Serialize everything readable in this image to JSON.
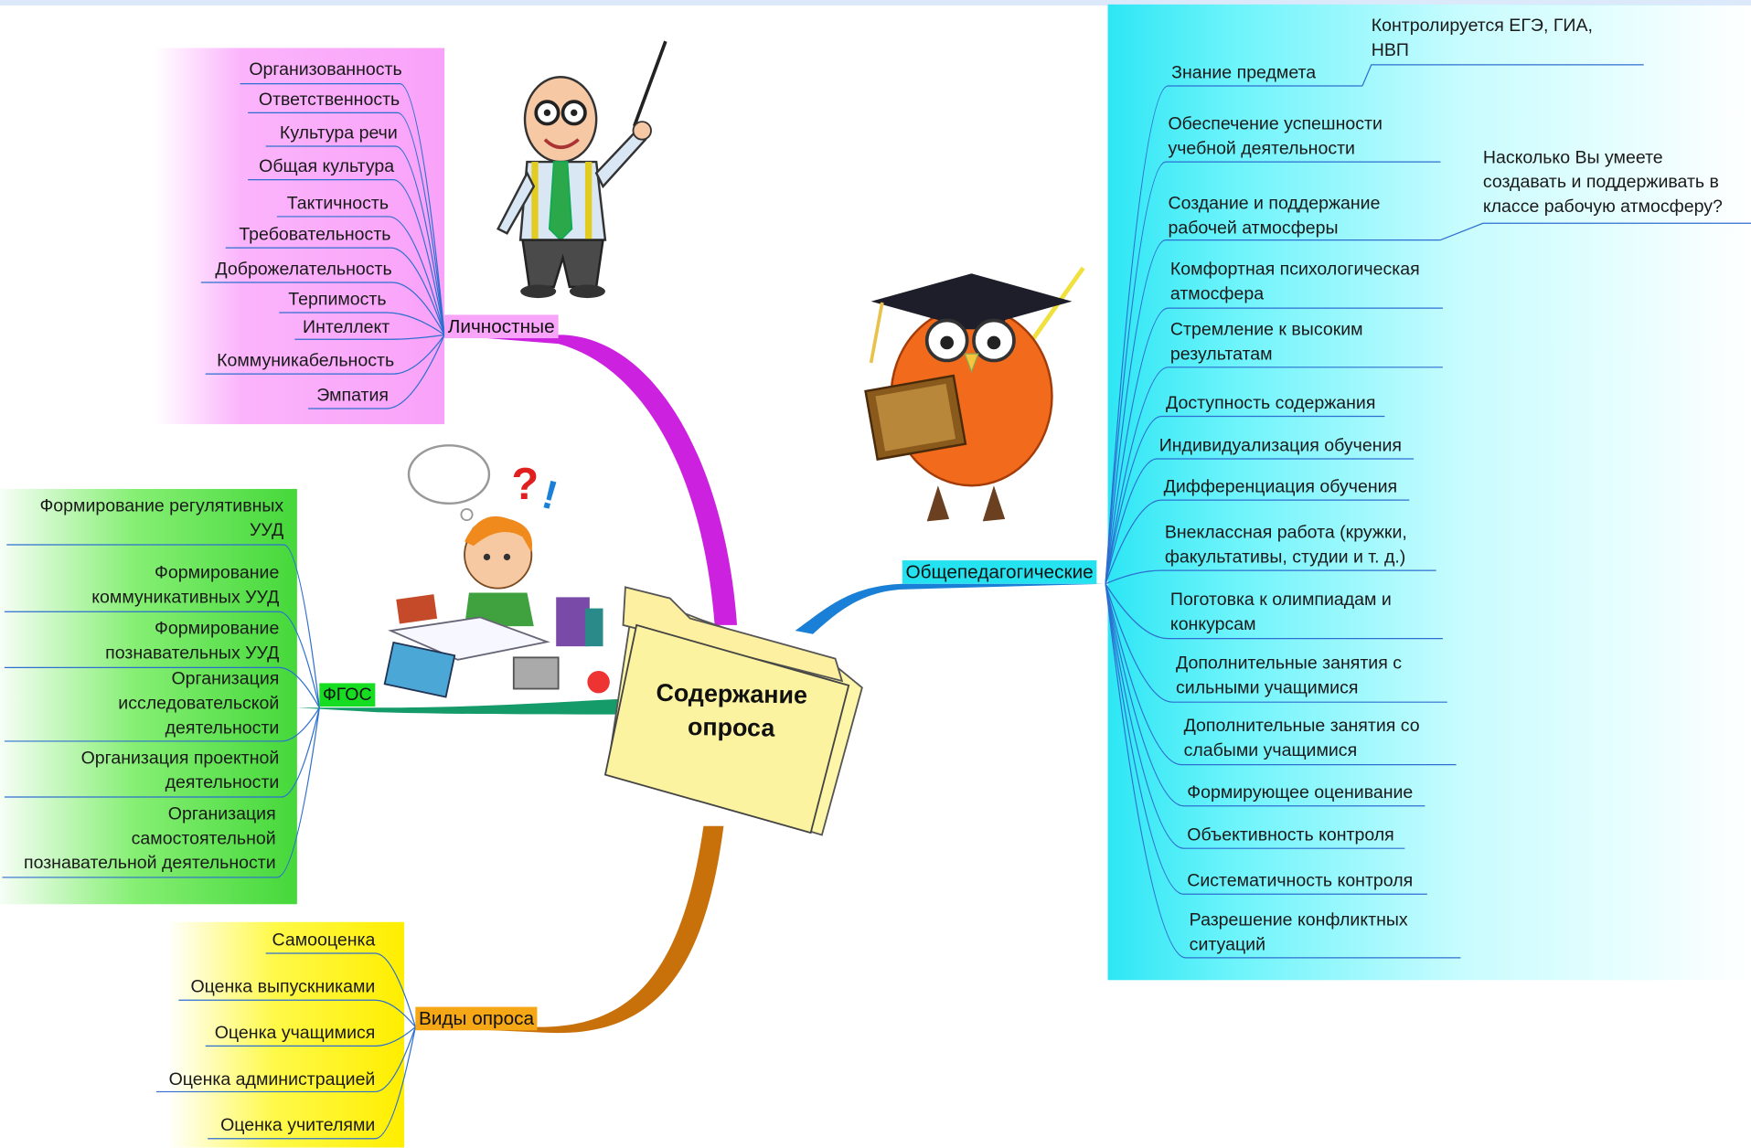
{
  "center": {
    "title_line1": "Содержание",
    "title_line2": "опроса"
  },
  "branches": {
    "personal": {
      "label": "Личностные",
      "items": [
        "Организованность",
        "Ответственность",
        "Культура речи",
        "Общая культура",
        "Тактичность",
        "Требовательность",
        "Доброжелательность",
        "Терпимость",
        "Интеллект",
        "Коммуникабельность",
        "Эмпатия"
      ]
    },
    "fgos": {
      "label": "ФГОС",
      "items": [
        {
          "l1": "Формирование регулятивных",
          "l2": "УУД"
        },
        {
          "l1": "Формирование",
          "l2": "коммуникативных УУД"
        },
        {
          "l1": "Формирование",
          "l2": "познавательных УУД"
        },
        {
          "l1": "Организация",
          "l2": "исследовательской",
          "l3": "деятельности"
        },
        {
          "l1": "Организация проектной",
          "l2": "деятельности"
        },
        {
          "l1": "Организация",
          "l2": "самостоятельной",
          "l3": "познавательной деятельности"
        }
      ]
    },
    "vidy": {
      "label": "Виды опроса",
      "items": [
        "Самооценка",
        "Оценка выпускниками",
        "Оценка учащимися",
        "Оценка администрацией",
        "Оценка учителями"
      ]
    },
    "obshch": {
      "label": "Общепедагогические",
      "items": [
        {
          "l1": "Знание предмета"
        },
        {
          "l1": "Обеспечение успешности",
          "l2": "учебной деятельности"
        },
        {
          "l1": "Создание и поддержание",
          "l2": "рабочей атмосферы"
        },
        {
          "l1": "Комфортная психологическая",
          "l2": "атмосфера"
        },
        {
          "l1": "Стремление к высоким",
          "l2": "результатам"
        },
        {
          "l1": "Доступность содержания"
        },
        {
          "l1": "Индивидуализация обучения"
        },
        {
          "l1": "Дифференциация обучения"
        },
        {
          "l1": "Внеклассная работа (кружки,",
          "l2": "факультативы, студии и т. д.)"
        },
        {
          "l1": "Поготовка к олимпиадам и",
          "l2": "конкурсам"
        },
        {
          "l1": "Дополнительные занятия с",
          "l2": "сильными учащимися"
        },
        {
          "l1": "Дополнительные занятия со",
          "l2": "слабыми учащимися"
        },
        {
          "l1": "Формирующее оценивание"
        },
        {
          "l1": "Объективность контроля"
        },
        {
          "l1": "Систематичность контроля"
        },
        {
          "l1": "Разрешение конфликтных",
          "l2": "ситуаций"
        }
      ],
      "sub_knowledge": {
        "l1": "Контролируется ЕГЭ, ГИА,",
        "l2": "НВП"
      },
      "sub_atmosphere": {
        "l1": "Насколько Вы умеете",
        "l2": "создавать и поддерживать в",
        "l3": "классе рабочую атмосферу?"
      }
    }
  },
  "colors": {
    "personal_branch": "#cc22e0",
    "fgos_branch": "#159a6a",
    "vidy_branch": "#c8700a",
    "obshch_branch": "#1a7fd6",
    "leaf_line": "#2d6fd0"
  },
  "icons": [
    "teacher-man-icon",
    "owl-teacher-icon",
    "boy-studying-icon",
    "folder-icon"
  ]
}
